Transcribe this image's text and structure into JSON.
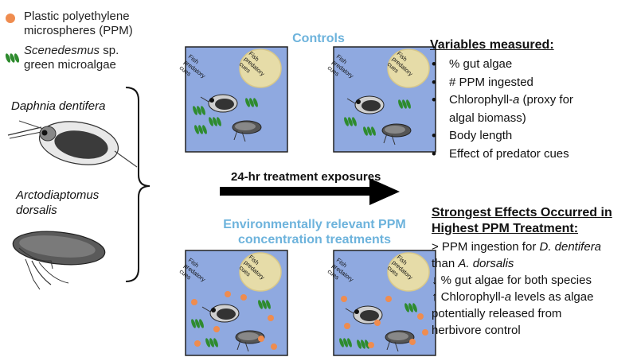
{
  "legend": {
    "ppm_label": [
      "Plastic polyethylene",
      "microspheres (PPM)"
    ],
    "algae_label_italic": "Scenedesmus",
    "algae_label_rest": " sp.",
    "algae_label_line2": "green microalgae",
    "ppm_color": "#ef8c4f",
    "algae_color": "#2e8b2e"
  },
  "species": {
    "daphnia": "Daphnia dentifera",
    "arcto": [
      "Arctodiaptomus",
      "dorsalis"
    ]
  },
  "controls_title": "Controls",
  "arrow_label": "24-hr treatment exposures",
  "treatment_title": [
    "Environmentally relevant PPM",
    "concentration treatments"
  ],
  "tank_label": [
    "Fish",
    "predatory",
    "cues"
  ],
  "tank_color": "#8fa9e0",
  "cue_color": "#e6dca8",
  "accent_blue": "#6db3dc",
  "variables": {
    "title": "Variables measured:",
    "items": [
      "% gut algae",
      "# PPM ingested",
      "Chlorophyll-a (proxy for",
      "algal biomass)",
      "Body length",
      "Effect of predator cues"
    ]
  },
  "results": {
    "title": [
      "Strongest Effects Occurred in",
      "Highest PPM Treatment:"
    ],
    "line1_prefix": "> PPM ingestion for ",
    "line1_species": "D. dentifera",
    "line2_prefix": "than ",
    "line2_species": "A. dorsalis",
    "line3": "↓ % gut algae for both species",
    "line4_prefix": "↑ Chlorophyll-",
    "line4_italic": "a",
    "line4_suffix": " levels as algae",
    "line5": "potentially released from",
    "line6": "herbivore control"
  }
}
